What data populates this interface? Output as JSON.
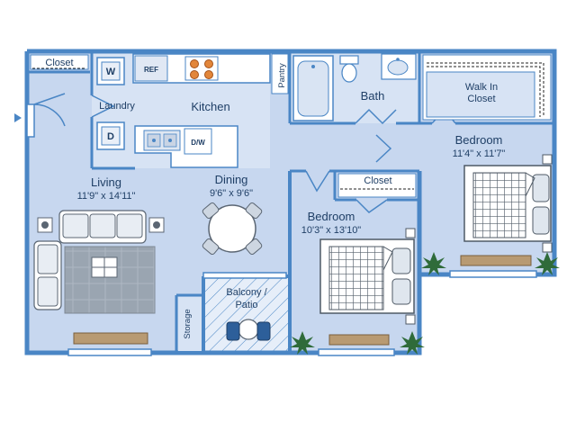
{
  "rooms": {
    "living": {
      "name": "Living",
      "dims": "11'9\" x 14'11\""
    },
    "kitchen": {
      "name": "Kitchen"
    },
    "laundry": {
      "name": "Laundry"
    },
    "dining": {
      "name": "Dining",
      "dims": "9'6\" x 9'6\""
    },
    "bedroom_left": {
      "name": "Bedroom",
      "dims": "10'3\" x 13'10\""
    },
    "bedroom_right": {
      "name": "Bedroom",
      "dims": "11'4\" x 11'7\""
    },
    "bath": {
      "name": "Bath"
    },
    "pantry": {
      "name": "Pantry"
    },
    "storage": {
      "name": "Storage"
    },
    "balcony": {
      "line1": "Balcony /",
      "line2": "Patio"
    },
    "walk_in_closet": {
      "line1": "Walk In",
      "line2": "Closet"
    },
    "closet_top_left": {
      "name": "Closet"
    },
    "closet_bedroom": {
      "name": "Closet"
    }
  },
  "appliances": {
    "washer": "W",
    "dryer": "D",
    "fridge": "REF",
    "dishwasher": "D/W"
  },
  "colors": {
    "wall": "#4a86c5",
    "floor": "#c7d7ef",
    "floor_light": "#d7e3f4",
    "label": "#1f3f66",
    "furniture": "#ffffff",
    "bed": "#8e9aa8",
    "wood": "#b89a72",
    "plant": "#2f6b3a"
  }
}
